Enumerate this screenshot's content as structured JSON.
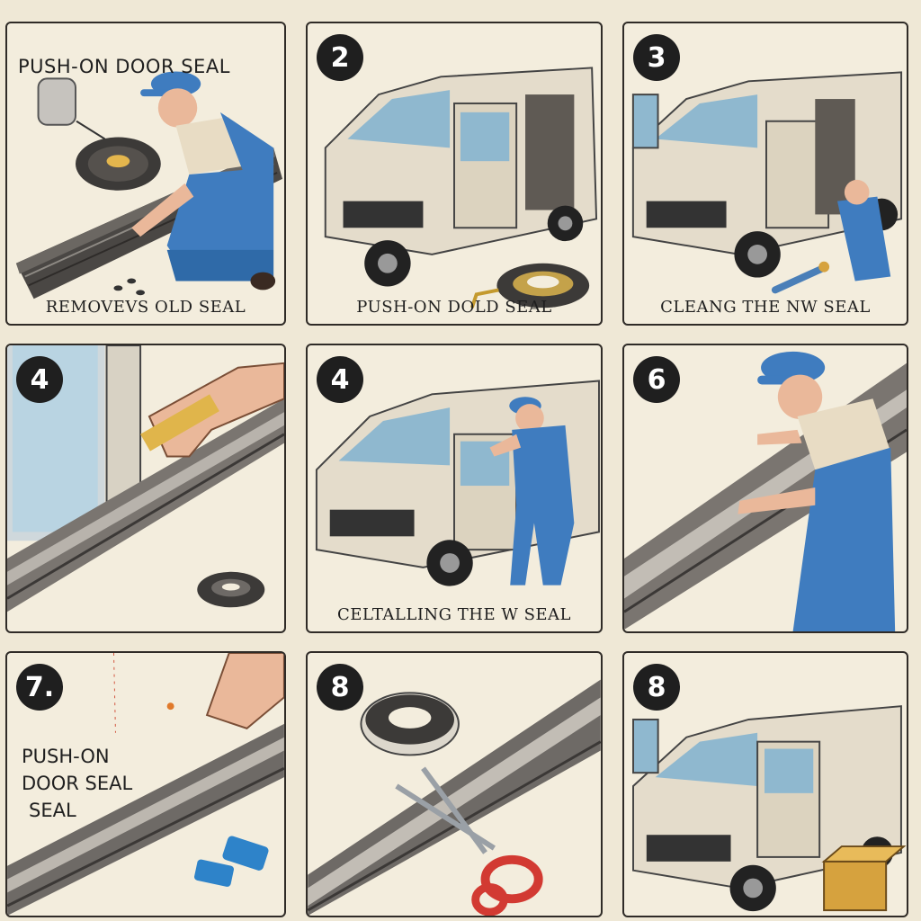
{
  "colors": {
    "background": "#efe8d6",
    "panel": "#f3eddd",
    "border": "#2f2b27",
    "overalls": "#3f7cbf",
    "van": "#e4dccb",
    "seal": "#4a4744",
    "scissors": "#d23a32"
  },
  "panels": [
    {
      "badge": "",
      "title": "PUSH-ON DOOR SEAL",
      "caption": "REMOVEVS OLD SEAL",
      "lines": [],
      "icons": [
        "worker-icon",
        "seal-roll-icon",
        "seal-strip-icon"
      ]
    },
    {
      "badge": "2",
      "title": "",
      "caption": "PUSH-ON DOLD SEAL",
      "lines": [],
      "icons": [
        "van-icon",
        "seal-roll-icon"
      ]
    },
    {
      "badge": "3",
      "title": "",
      "caption": "CLEANG THE NW SEAL",
      "lines": [],
      "icons": [
        "van-icon",
        "worker-icon",
        "brush-icon"
      ]
    },
    {
      "badge": "4",
      "title": "",
      "caption": "",
      "lines": [],
      "icons": [
        "hand-icon",
        "window-frame-icon",
        "seal-roll-icon"
      ]
    },
    {
      "badge": "4",
      "title": "",
      "caption": "CELTALLING THE W SEAL",
      "lines": [],
      "icons": [
        "van-icon",
        "worker-icon"
      ]
    },
    {
      "badge": "6",
      "title": "",
      "caption": "",
      "lines": [],
      "icons": [
        "worker-icon",
        "seal-strip-icon"
      ]
    },
    {
      "badge": "7.",
      "title": "",
      "caption": "",
      "lines": [
        "PUSH-ON",
        "DOOR SEAL",
        "SEAL"
      ],
      "icons": [
        "hand-icon",
        "seal-strip-icon",
        "clip-icon"
      ]
    },
    {
      "badge": "8",
      "title": "",
      "caption": "",
      "lines": [],
      "icons": [
        "tape-roll-icon",
        "scissors-icon",
        "seal-strip-icon"
      ]
    },
    {
      "badge": "8",
      "title": "",
      "caption": "",
      "lines": [],
      "icons": [
        "van-icon",
        "box-icon"
      ]
    }
  ]
}
